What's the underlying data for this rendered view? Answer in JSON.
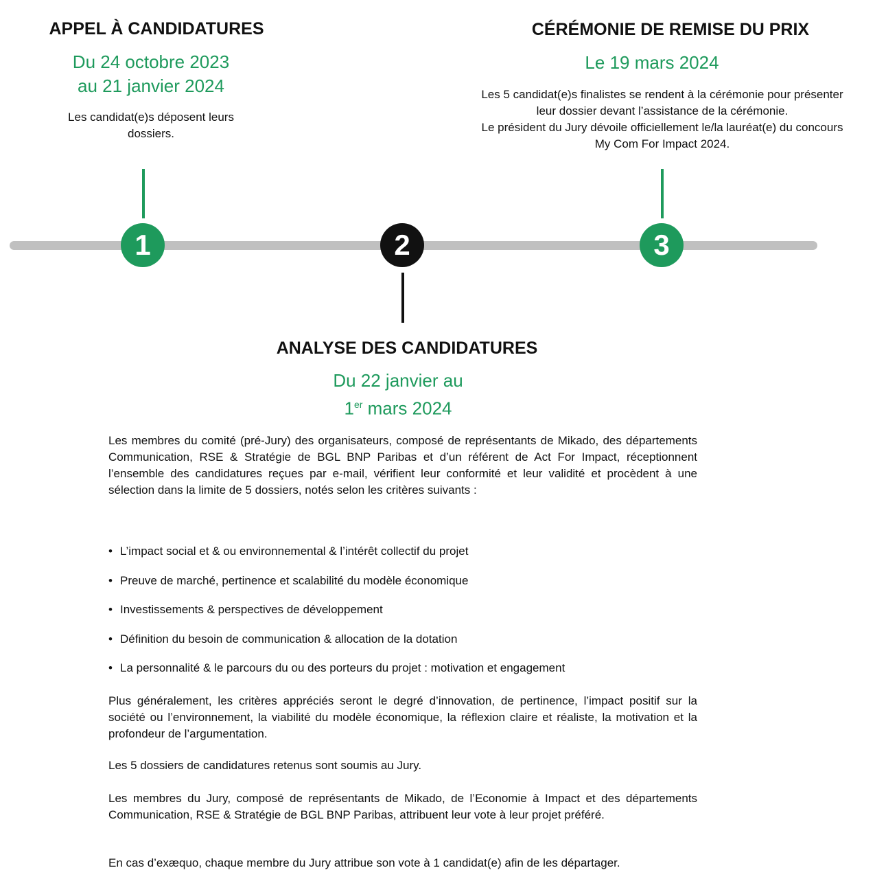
{
  "colors": {
    "green": "#1e9a5c",
    "black": "#111111",
    "bar": "#c0c0c0"
  },
  "steps": [
    {
      "number": "1",
      "title": "APPEL À CANDIDATURES",
      "date_line1": "Du 24 octobre 2023",
      "date_line2": "au 21 janvier 2024",
      "desc": [
        "Les candidat(e)s déposent leurs",
        "dossiers."
      ]
    },
    {
      "number": "2",
      "title": "ANALYSE DES CANDIDATURES",
      "date_line1": "Du 22 janvier au",
      "date_line2_pre": "1",
      "date_line2_sup": "er",
      "date_line2_post": " mars 2024"
    },
    {
      "number": "3",
      "title": "CÉRÉMONIE DE REMISE DU PRIX",
      "date_line1": "Le 19 mars 2024",
      "desc": [
        "Les 5 candidat(e)s finalistes se rendent à la cérémonie pour présenter",
        "leur dossier devant l’assistance de la cérémonie.",
        "Le président du Jury dévoile officiellement le/la lauréat(e) du concours",
        "My Com For Impact 2024."
      ]
    }
  ],
  "analysis": {
    "intro": "Les membres du comité (pré-Jury) des organisateurs, composé de représentants de Mikado, des départements Communication, RSE & Stratégie de BGL BNP Paribas et d’un référent de Act For Impact, réceptionnent l’ensemble des candidatures reçues par e-mail, vérifient leur conformité et leur validité et procèdent à une sélection dans la limite de 5 dossiers, notés selon les critères suivants :",
    "bullet": "•",
    "criteria": [
      "L’impact social et & ou environnemental & l’intérêt collectif du projet",
      "Preuve de marché, pertinence et scalabilité du modèle économique",
      "Investissements & perspectives de développement",
      "Définition du besoin de communication & allocation de la dotation",
      "La personnalité & le parcours du ou des porteurs du projet : motivation et engagement"
    ],
    "general": "Plus généralement, les critères appréciés seront le degré d’innovation, de pertinence, l’impact positif sur la société ou l’environnement, la viabilité du modèle économique, la réflexion claire et réaliste, la motivation et la profondeur de l’argumentation.",
    "retained": "Les 5 dossiers de candidatures retenus sont soumis au Jury.",
    "jury": "Les membres du Jury, composé de représentants de Mikado, de l’Economie à Impact et des départements Communication, RSE & Stratégie de BGL BNP Paribas, attribuent leur vote à leur projet préféré.",
    "tie": "En cas d’exæquo, chaque membre du Jury attribue son vote à 1 candidat(e) afin de les départager."
  }
}
